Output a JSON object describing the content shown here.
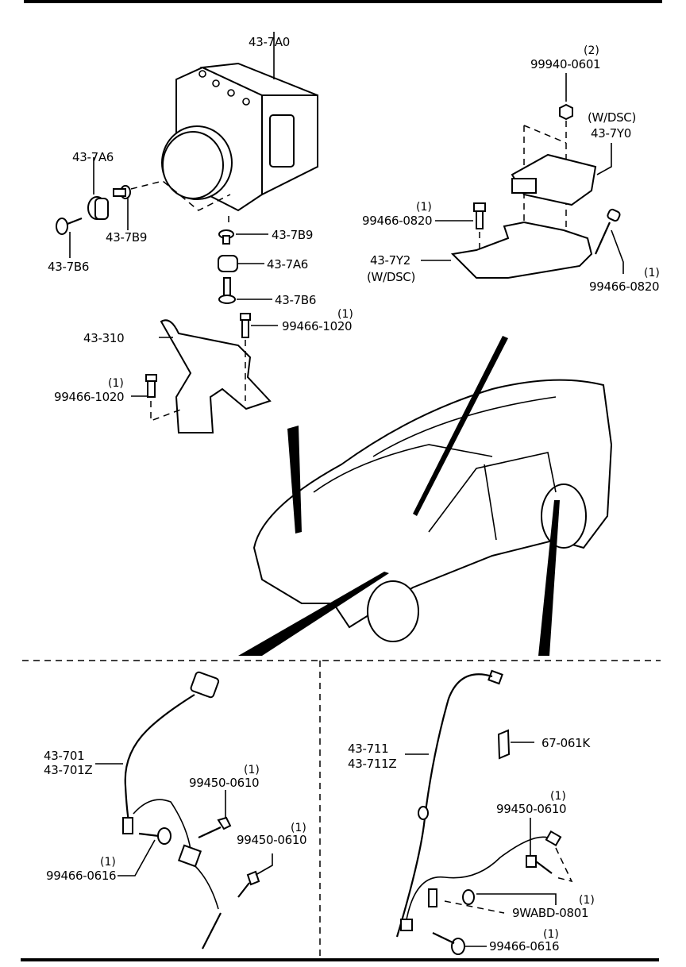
{
  "diagram": {
    "sections": {
      "top": {
        "hydraulic_unit": {
          "part": "43-7A0",
          "mounts_left": [
            {
              "part": "43-7A6"
            },
            {
              "part": "43-7B9"
            },
            {
              "part": "43-7B6"
            }
          ],
          "mounts_bottom": [
            {
              "part": "43-7B9"
            },
            {
              "part": "43-7A6"
            },
            {
              "part": "43-7B6"
            }
          ]
        },
        "bracket": {
          "part": "43-310",
          "bolts": [
            {
              "part": "99466-1020",
              "qty": "(1)"
            },
            {
              "part": "99466-1020",
              "qty": "(1)"
            }
          ]
        },
        "yaw_sensor": {
          "nut": {
            "part": "99940-0601",
            "qty": "(2)"
          },
          "sensor": {
            "part": "43-7Y0",
            "note": "(W/DSC)"
          },
          "bracket": {
            "part": "43-7Y2",
            "note": "(W/DSC)"
          },
          "bolts": [
            {
              "part": "99466-0820",
              "qty": "(1)"
            },
            {
              "part": "99466-0820",
              "qty": "(1)"
            }
          ]
        }
      },
      "bottom_left": {
        "sensor": {
          "parts": [
            "43-701",
            "43-701Z"
          ]
        },
        "bolts": [
          {
            "part": "99450-0610",
            "qty": "(1)"
          },
          {
            "part": "99450-0610",
            "qty": "(1)"
          },
          {
            "part": "99466-0616",
            "qty": "(1)"
          }
        ]
      },
      "bottom_right": {
        "sensor": {
          "parts": [
            "43-711",
            "43-711Z"
          ]
        },
        "label": {
          "part": "67-061K"
        },
        "bolts": [
          {
            "part": "99450-0610",
            "qty": "(1)"
          },
          {
            "part": "9WABD-0801",
            "qty": "(1)"
          },
          {
            "part": "99466-0616",
            "qty": "(1)"
          }
        ]
      }
    }
  }
}
